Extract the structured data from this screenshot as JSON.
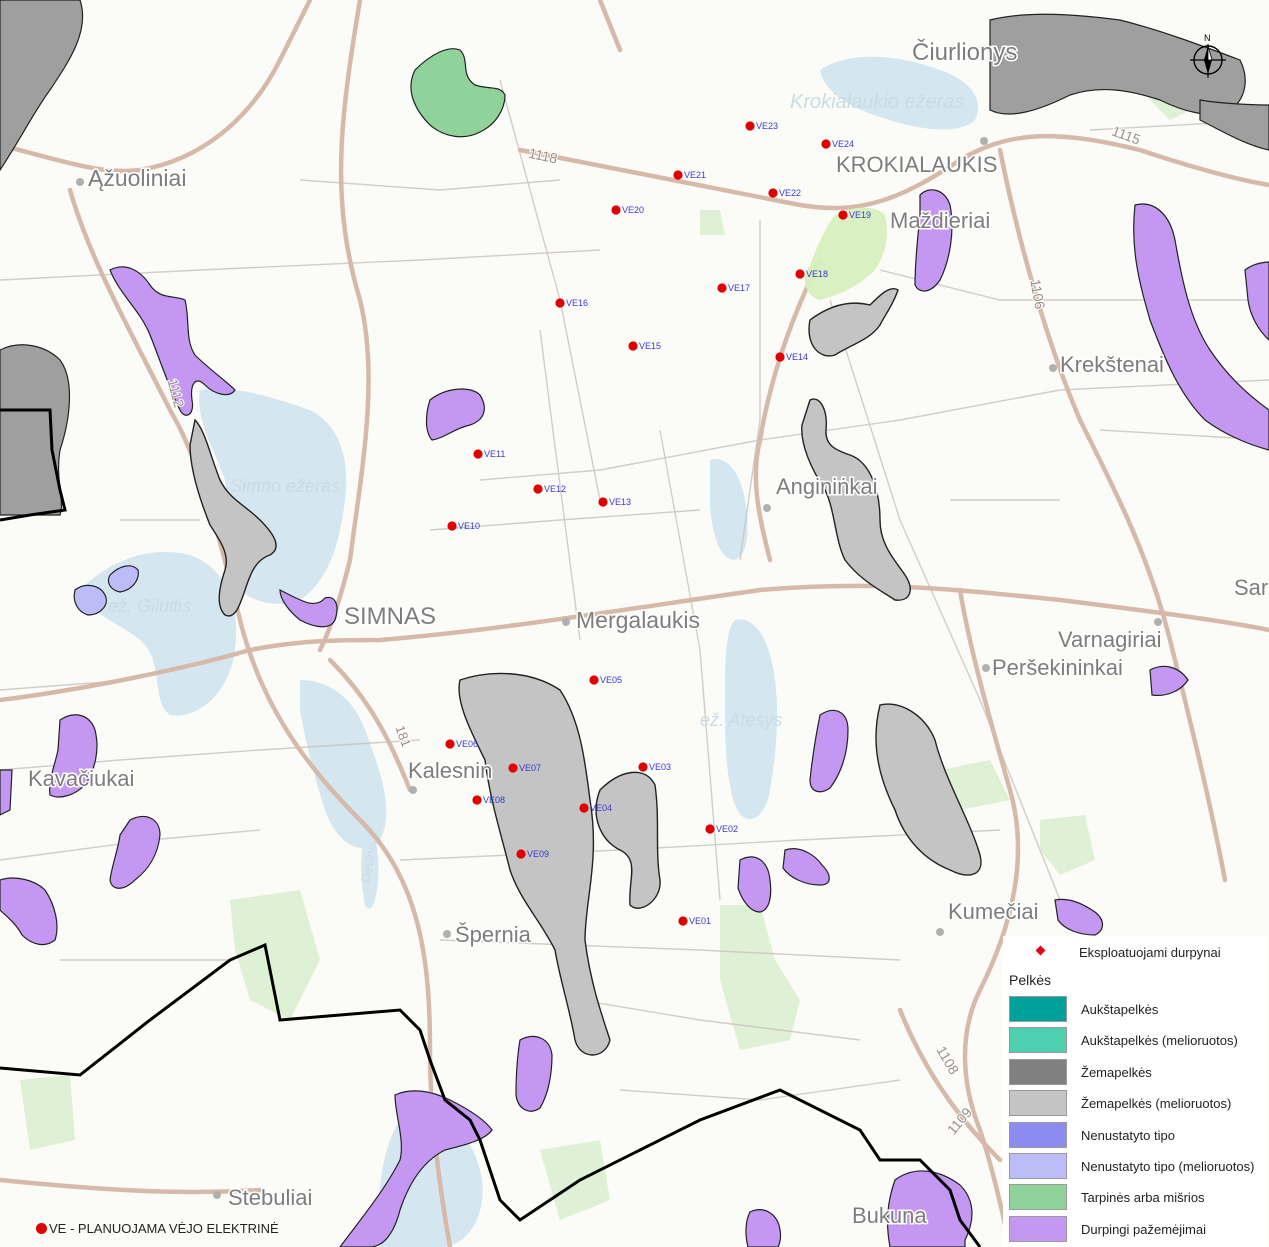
{
  "places": {
    "ciurlionys": "Čiurlionys",
    "azuoliniai": "Ąžuoliniai",
    "krokialaukis": "KROKIALAUKIS",
    "mazdieriai": "Maždieriai",
    "krekstenai": "Krekštenai",
    "angininkai": "Anginiṅkai",
    "simnas": "SIMNAS",
    "mergalaukis": "Mergalaukis",
    "varnagiriai": "Varnagiriai",
    "persekininkai": "Peršekininkai",
    "kalesninkai": "Kalesnin",
    "kavaciukai": "Kavačiukai",
    "spernia": "Špernia",
    "kumeciai": "Kumečiai",
    "stebuliai": "Stebuliai",
    "bukuna": "Bukuna",
    "sar": "Sar"
  },
  "water_labels": {
    "krokialaukio": "Krokialaukio ežeras",
    "simno": "Simno ežeras",
    "giluitis": "ež. Giluitis",
    "atesys": "ež. Atesys",
    "devinis": "Devinis"
  },
  "road_numbers": {
    "r1118": "1118",
    "r1115": "1115",
    "r1106": "1106",
    "r1112": "1112",
    "r181": "181",
    "r1108": "1108",
    "r1109": "1109"
  },
  "turbines": [
    {
      "id": "VE01",
      "label": "VE01"
    },
    {
      "id": "VE02",
      "label": "VE02"
    },
    {
      "id": "VE03",
      "label": "VE03"
    },
    {
      "id": "VE04",
      "label": "VE04"
    },
    {
      "id": "VE05",
      "label": "VE05"
    },
    {
      "id": "VE06",
      "label": "VE06"
    },
    {
      "id": "VE07",
      "label": "VE07"
    },
    {
      "id": "VE08",
      "label": "VE08"
    },
    {
      "id": "VE09",
      "label": "VE09"
    },
    {
      "id": "VE10",
      "label": "VE10"
    },
    {
      "id": "VE11",
      "label": "VE11"
    },
    {
      "id": "VE12",
      "label": "VE12"
    },
    {
      "id": "VE13",
      "label": "VE13"
    },
    {
      "id": "VE14",
      "label": "VE14"
    },
    {
      "id": "VE15",
      "label": "VE15"
    },
    {
      "id": "VE16",
      "label": "VE16"
    },
    {
      "id": "VE17",
      "label": "VE17"
    },
    {
      "id": "VE18",
      "label": "VE18"
    },
    {
      "id": "VE19",
      "label": "VE19"
    },
    {
      "id": "VE20",
      "label": "VE20"
    },
    {
      "id": "VE21",
      "label": "VE21"
    },
    {
      "id": "VE22",
      "label": "VE22"
    },
    {
      "id": "VE23",
      "label": "VE23"
    },
    {
      "id": "VE24",
      "label": "VE24"
    }
  ],
  "legend": {
    "peat_label": "Eksploatuojami durpynai",
    "title": "Pelkės",
    "items": [
      {
        "label": "Aukštapelkės",
        "color": "#00a19a"
      },
      {
        "label": "Aukštapelkės (melioruotos)",
        "color": "#4ecfb0"
      },
      {
        "label": "Žemapelkės",
        "color": "#808080"
      },
      {
        "label": "Žemapelkės (melioruotos)",
        "color": "#c4c4c4"
      },
      {
        "label": "Nenustatyto tipo",
        "color": "#8b8bf0"
      },
      {
        "label": "Nenustatyto tipo (melioruotos)",
        "color": "#bcbcf8"
      },
      {
        "label": "Tarpinės arba mišrios",
        "color": "#8fd39a"
      },
      {
        "label": "Durpingi pažemėjimai",
        "color": "#c497f2"
      }
    ]
  },
  "bottom_legend": "VE - PLANUOJAMA VĖJO ELEKTRINĖ",
  "north_label": "N",
  "colors": {
    "turbine": "#e00000",
    "lowland_bog": "#c4c4c4",
    "peat_hollow": "#c497f2",
    "undetermined_drained": "#bcbcf8",
    "transitional": "#8fd39a",
    "lake": "#d4e6ef",
    "road_main": "#d6b9a8",
    "boundary": "#000000"
  }
}
